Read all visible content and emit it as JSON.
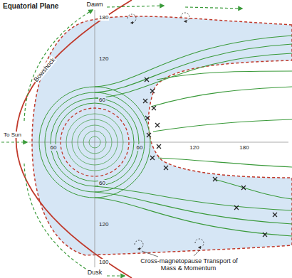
{
  "diagram": {
    "title": "Equatorial Plane",
    "labels": [
      "Dawn",
      "Dusk",
      "Bowshock",
      "To Sun",
      "Cross-magnetopause Transport of Mass & Momentum",
      "180",
      "120",
      "60",
      "60",
      "120",
      "180",
      "60",
      "60",
      "120",
      "180"
    ]
  }
}
